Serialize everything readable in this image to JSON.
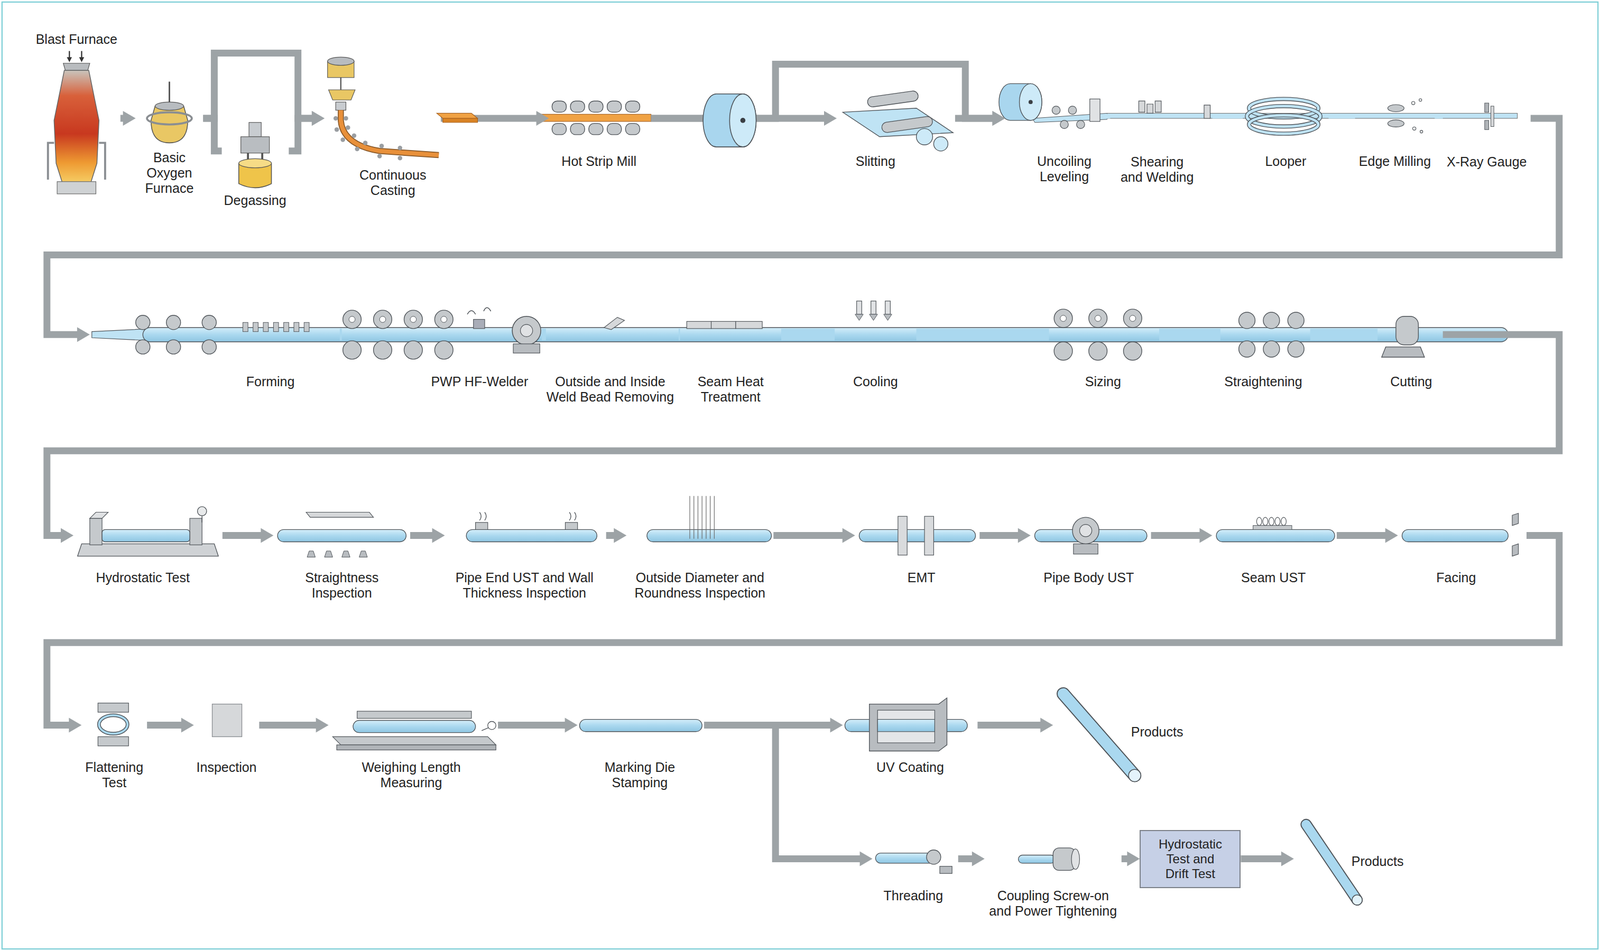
{
  "diagram": {
    "nodes": [
      {
        "text": [
          "Blast Furnace"
        ]
      },
      {
        "text": [
          "Basic Oxygen Furnace"
        ]
      },
      {
        "text": [
          "Degassing"
        ]
      },
      {
        "text": [
          "Continuous Casting"
        ]
      },
      {
        "text": [
          "Hot Strip Mill"
        ]
      },
      {
        "text": [
          "Slitting"
        ]
      },
      {
        "text": [
          "Uncoiling Leveling"
        ]
      },
      {
        "text": [
          "Shearing and Welding"
        ]
      },
      {
        "text": [
          "Looper"
        ]
      },
      {
        "text": [
          "Edge Milling"
        ]
      },
      {
        "text": [
          "X-Ray Gauge"
        ]
      },
      {
        "text": [
          "Forming"
        ]
      },
      {
        "text": [
          "PWP HF-Welder"
        ]
      },
      {
        "text": [
          "Outside and Inside Weld Bead Removing"
        ]
      },
      {
        "text": [
          "Seam Heat Treatment"
        ]
      },
      {
        "text": [
          "Cooling"
        ]
      },
      {
        "text": [
          "Sizing"
        ]
      },
      {
        "text": [
          "Straightening"
        ]
      },
      {
        "text": [
          "Cutting"
        ]
      },
      {
        "text": [
          "Hydrostatic Test"
        ]
      },
      {
        "text": [
          "Straightness Inspection"
        ]
      },
      {
        "text": [
          "Pipe End UST and Wall Thickness Inspection"
        ]
      },
      {
        "text": [
          "Outside Diameter and Roundness Inspection"
        ]
      },
      {
        "text": [
          "EMT"
        ]
      },
      {
        "text": [
          "Pipe Body UST"
        ]
      },
      {
        "text": [
          "Seam UST"
        ]
      },
      {
        "text": [
          "Facing"
        ]
      },
      {
        "text": [
          "Flattening Test"
        ]
      },
      {
        "text": [
          "Inspection"
        ]
      },
      {
        "text": [
          "Weighing Length Measuring"
        ]
      },
      {
        "text": [
          "Marking Die Stamping"
        ]
      },
      {
        "text": [
          "UV Coating"
        ]
      },
      {
        "text": [
          "Products"
        ]
      },
      {
        "text": [
          "Threading"
        ]
      },
      {
        "text": [
          "Coupling Screw-on and Power Tightening"
        ]
      },
      {
        "text": [
          "Hydrostatic Test and Drift Test"
        ]
      },
      {
        "text": [
          "Products"
        ]
      }
    ],
    "edges": [
      {
        "from": 0,
        "to": 1,
        "arrow": "to"
      },
      {
        "from": 1,
        "to": 2,
        "arrow": "none"
      },
      {
        "from": 2,
        "to": 3,
        "arrow": "to"
      },
      {
        "from": 1,
        "to": 3,
        "arrow": "to"
      },
      {
        "from": 3,
        "to": 4,
        "arrow": "to"
      },
      {
        "from": 4,
        "to": 5,
        "arrow": "to"
      },
      {
        "from": 4,
        "to": 6,
        "arrow": "to"
      },
      {
        "from": 5,
        "to": 6,
        "arrow": "to"
      },
      {
        "from": 6,
        "to": 7,
        "arrow": "none"
      },
      {
        "from": 7,
        "to": 8,
        "arrow": "none"
      },
      {
        "from": 8,
        "to": 9,
        "arrow": "none"
      },
      {
        "from": 9,
        "to": 10,
        "arrow": "none"
      },
      {
        "from": 10,
        "to": 11,
        "arrow": "to"
      },
      {
        "from": 11,
        "to": 12,
        "arrow": "none"
      },
      {
        "from": 12,
        "to": 13,
        "arrow": "none"
      },
      {
        "from": 13,
        "to": 14,
        "arrow": "none"
      },
      {
        "from": 14,
        "to": 15,
        "arrow": "none"
      },
      {
        "from": 15,
        "to": 16,
        "arrow": "none"
      },
      {
        "from": 16,
        "to": 17,
        "arrow": "none"
      },
      {
        "from": 17,
        "to": 18,
        "arrow": "none"
      },
      {
        "from": 18,
        "to": 19,
        "arrow": "to"
      },
      {
        "from": 19,
        "to": 20,
        "arrow": "to"
      },
      {
        "from": 20,
        "to": 21,
        "arrow": "to"
      },
      {
        "from": 21,
        "to": 22,
        "arrow": "to"
      },
      {
        "from": 22,
        "to": 23,
        "arrow": "to"
      },
      {
        "from": 23,
        "to": 24,
        "arrow": "to"
      },
      {
        "from": 24,
        "to": 25,
        "arrow": "to"
      },
      {
        "from": 25,
        "to": 26,
        "arrow": "to"
      },
      {
        "from": 26,
        "to": 27,
        "arrow": "to"
      },
      {
        "from": 27,
        "to": 28,
        "arrow": "to"
      },
      {
        "from": 28,
        "to": 29,
        "arrow": "to"
      },
      {
        "from": 29,
        "to": 30,
        "arrow": "to"
      },
      {
        "from": 30,
        "to": 31,
        "arrow": "to"
      },
      {
        "from": 30,
        "to": 33,
        "arrow": "to"
      },
      {
        "from": 31,
        "to": 32,
        "arrow": "to"
      },
      {
        "from": 33,
        "to": 34,
        "arrow": "to"
      },
      {
        "from": 34,
        "to": 35,
        "arrow": "to"
      },
      {
        "from": 35,
        "to": 36,
        "arrow": "to"
      }
    ]
  }
}
